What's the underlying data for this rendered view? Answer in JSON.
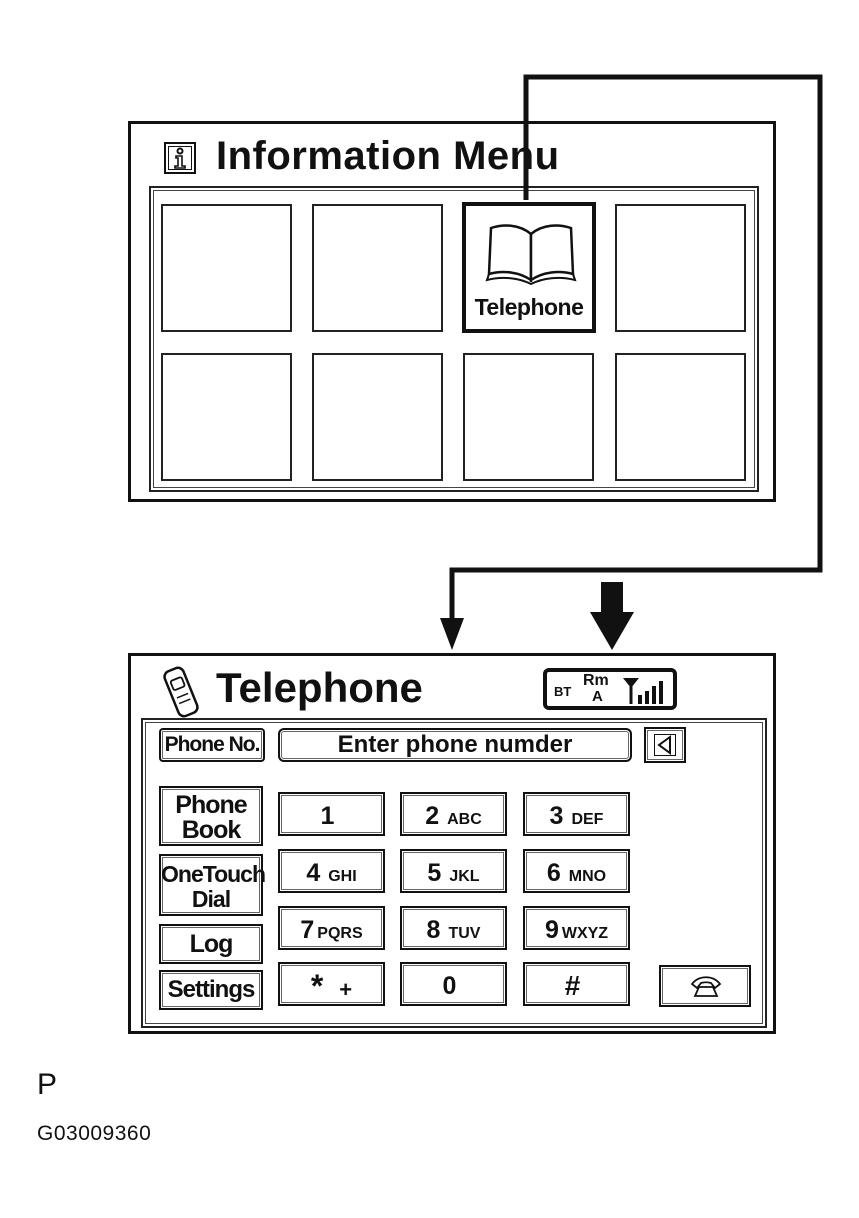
{
  "info_menu": {
    "title": "Information Menu",
    "icon": "info-icon",
    "tiles": [
      "",
      "",
      "Telephone",
      "",
      "",
      "",
      "",
      ""
    ],
    "selected_tile_label": "Telephone",
    "selected_tile_icon": "open-book-icon"
  },
  "telephone": {
    "title": "Telephone",
    "icon": "cell-phone-icon",
    "status": {
      "bluetooth": "BT",
      "roam": "Rm",
      "roam_sub": "A",
      "signal_icon": "signal-strength-icon"
    },
    "phone_no_label": "Phone No.",
    "number_placeholder": "Enter phone numder",
    "backspace_icon": "back-arrow-icon",
    "side_buttons": [
      {
        "line1": "Phone",
        "line2": "Book"
      },
      {
        "line1": "OneTouch",
        "line2": "Dial"
      },
      {
        "line1": "Log",
        "line2": ""
      },
      {
        "line1": "Settings",
        "line2": ""
      }
    ],
    "keypad": [
      {
        "main": "1",
        "sub": ""
      },
      {
        "main": "2",
        "sub": "ABC"
      },
      {
        "main": "3",
        "sub": "DEF"
      },
      {
        "main": "4",
        "sub": "GHI"
      },
      {
        "main": "5",
        "sub": "JKL"
      },
      {
        "main": "6",
        "sub": "MNO"
      },
      {
        "main": "7",
        "sub": "PQRS"
      },
      {
        "main": "8",
        "sub": "TUV"
      },
      {
        "main": "9",
        "sub": "WXYZ"
      },
      {
        "main": "*",
        "sub": "+"
      },
      {
        "main": "0",
        "sub": ""
      },
      {
        "main": "#",
        "sub": ""
      }
    ],
    "call_icon": "handset-icon"
  },
  "footer": {
    "letter": "P",
    "code": "G03009360"
  }
}
